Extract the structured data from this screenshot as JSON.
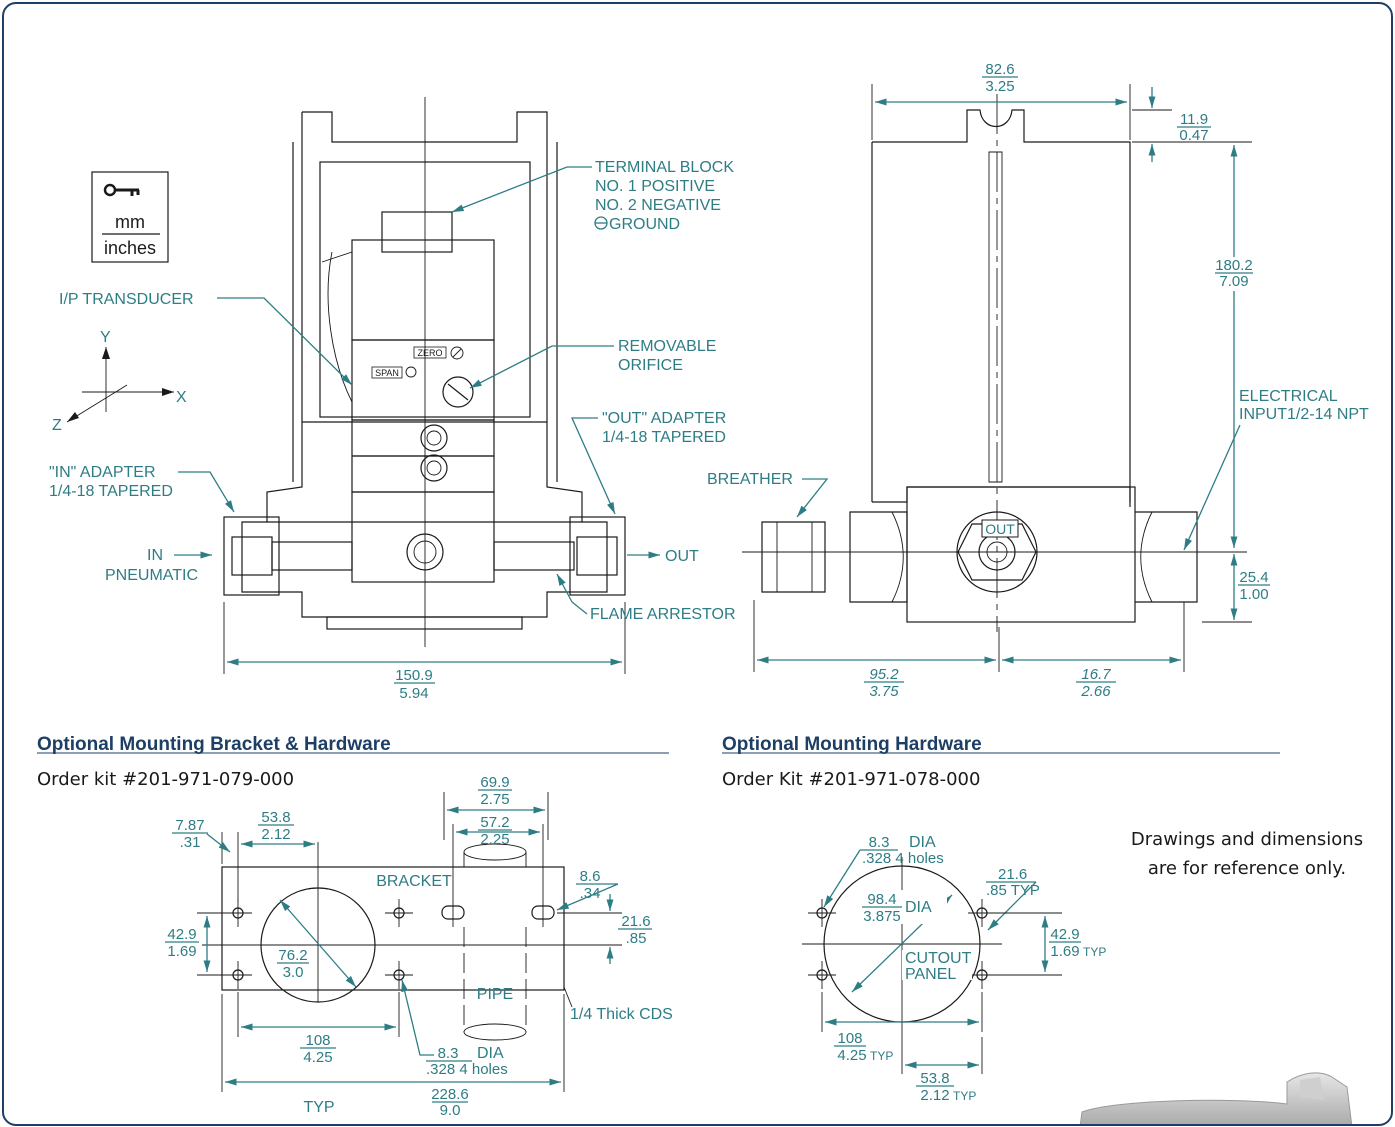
{
  "key_legend": {
    "top": "mm",
    "bottom": "inches"
  },
  "axes": {
    "y": "Y",
    "x": "X",
    "z": "Z"
  },
  "front_view": {
    "terminal_block": [
      "TERMINAL BLOCK",
      "NO. 1 POSITIVE",
      "NO. 2 NEGATIVE",
      "GROUND"
    ],
    "ip_transducer": "I/P TRANSDUCER",
    "zero": "ZERO",
    "span": "SPAN",
    "removable_orifice": [
      "REMOVABLE",
      "ORIFICE"
    ],
    "out_adapter": [
      "\"OUT\" ADAPTER",
      "1/4-18 TAPERED"
    ],
    "in_adapter": [
      "\"IN\" ADAPTER",
      "1/4-18 TAPERED"
    ],
    "in_pneumatic": [
      "IN",
      "PNEUMATIC"
    ],
    "out": "OUT",
    "flame_arrestor": "FLAME ARRESTOR",
    "width_dim": {
      "mm": "150.9",
      "in": "5.94"
    }
  },
  "side_view": {
    "top_width": {
      "mm": "82.6",
      "in": "3.25"
    },
    "notch": {
      "mm": "11.9",
      "in": "0.47"
    },
    "height": {
      "mm": "180.2",
      "in": "7.09"
    },
    "electrical_input": [
      "ELECTRICAL",
      "INPUT1/2-14 NPT"
    ],
    "breather": "BREATHER",
    "out_port": "OUT",
    "base_height": {
      "mm": "25.4",
      "in": "1.00"
    },
    "left_width": {
      "mm": "95.2",
      "in": "3.75"
    },
    "right_width": {
      "mm": "16.7",
      "in": "2.66"
    }
  },
  "bracket_section": {
    "heading": "Optional Mounting Bracket & Hardware",
    "order": "Order kit #201-971-079-000",
    "dims": {
      "d1": {
        "mm": "7.87",
        "in": ".31"
      },
      "d2": {
        "mm": "53.8",
        "in": "2.12"
      },
      "d3": {
        "mm": "69.9",
        "in": "2.75"
      },
      "d4": {
        "mm": "57.2",
        "in": "2.25"
      },
      "d5": {
        "mm": "8.6",
        "in": ".34"
      },
      "d6": {
        "mm": "21.6",
        "in": ".85"
      },
      "d7": {
        "mm": "42.9",
        "in": "1.69"
      },
      "d8": {
        "mm": "76.2",
        "in": "3.0"
      },
      "d9": {
        "mm": "108",
        "in": "4.25"
      },
      "d10": {
        "mm": "8.3",
        "in": ".328 4 holes"
      },
      "d11": {
        "mm": "228.6",
        "in": "9.0"
      }
    },
    "bracket_label": "BRACKET",
    "pipe_label": "PIPE",
    "dia": "DIA",
    "thick": "1/4 Thick CDS",
    "typ": "TYP"
  },
  "hardware_section": {
    "heading": "Optional Mounting Hardware",
    "order": "Order Kit #201-971-078-000",
    "dims": {
      "hole": {
        "mm": "8.3",
        "in": ".328 4 holes"
      },
      "cutout": {
        "mm": "98.4",
        "in": "3.875"
      },
      "offset": {
        "mm": "21.6",
        "in": ".85 TYP"
      },
      "vert": {
        "mm": "42.9",
        "in": "1.69"
      },
      "horiz": {
        "mm": "108",
        "in": "4.25"
      },
      "half": {
        "mm": "53.8",
        "in": "2.12"
      }
    },
    "dia": "DIA",
    "cutout_label": [
      "CUTOUT",
      "PANEL"
    ],
    "typ": "TYP"
  },
  "note": [
    "Drawings and dimensions",
    "are for reference only."
  ],
  "colors": {
    "accent": "#2e7d85",
    "heading": "#1d3f66",
    "line": "#1a1a1a"
  }
}
